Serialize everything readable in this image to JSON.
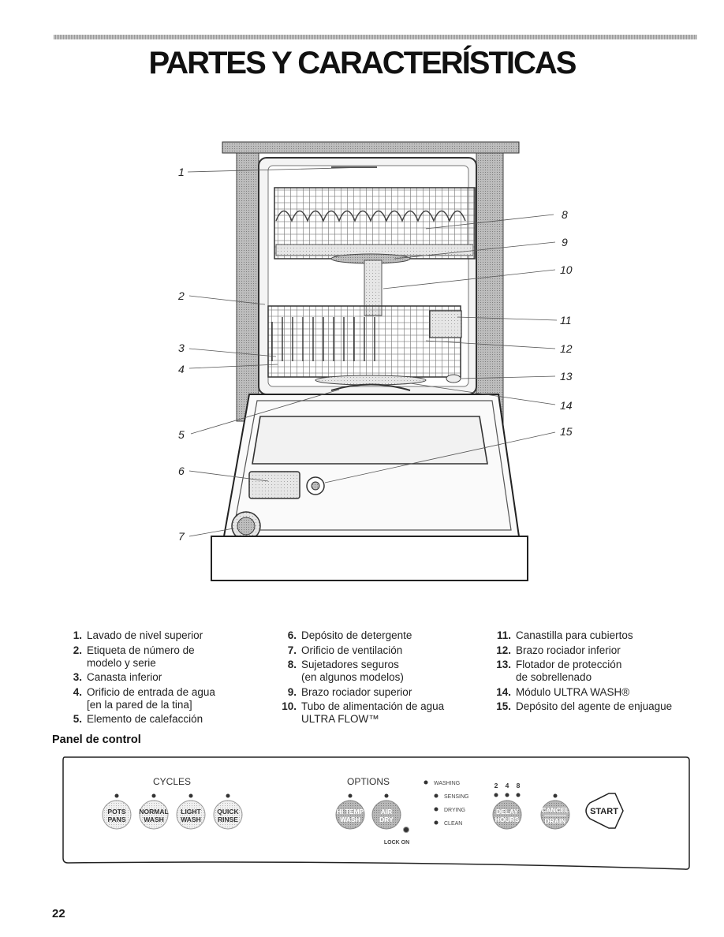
{
  "page": {
    "title": "PARTES Y CARACTERÍSTICAS",
    "page_number": "22"
  },
  "diagram": {
    "callouts": [
      "1",
      "2",
      "3",
      "4",
      "5",
      "6",
      "7",
      "8",
      "9",
      "10",
      "11",
      "12",
      "13",
      "14",
      "15"
    ]
  },
  "parts": {
    "col1": [
      {
        "num": "1.",
        "text": "Lavado de nivel superior"
      },
      {
        "num": "2.",
        "text": "Etiqueta de número de\nmodelo y serie"
      },
      {
        "num": "3.",
        "text": "Canasta inferior"
      },
      {
        "num": "4.",
        "text": "Orificio de entrada de agua\n[en la pared de la tina]"
      },
      {
        "num": "5.",
        "text": "Elemento de calefacción"
      }
    ],
    "col2": [
      {
        "num": "6.",
        "text": "Depósito de detergente"
      },
      {
        "num": "7.",
        "text": "Orificio de ventilación"
      },
      {
        "num": "8.",
        "text": "Sujetadores seguros\n(en algunos modelos)"
      },
      {
        "num": "9.",
        "text": "Brazo rociador superior"
      },
      {
        "num": "10.",
        "text": "Tubo de alimentación de agua\nULTRA FLOW™"
      }
    ],
    "col3": [
      {
        "num": "11.",
        "text": "Canastilla para cubiertos"
      },
      {
        "num": "12.",
        "text": "Brazo rociador inferior"
      },
      {
        "num": "13.",
        "text": "Flotador de protección\nde sobrellenado"
      },
      {
        "num": "14.",
        "text": "Módulo ULTRA WASH®"
      },
      {
        "num": "15.",
        "text": "Depósito del agente de enjuague"
      }
    ]
  },
  "control_panel": {
    "heading": "Panel de control",
    "cycles_label": "CYCLES",
    "options_label": "OPTIONS",
    "cycle_buttons": [
      {
        "line1": "POTS",
        "line2": "PANS"
      },
      {
        "line1": "NORMAL",
        "line2": "WASH"
      },
      {
        "line1": "LIGHT",
        "line2": "WASH"
      },
      {
        "line1": "QUICK",
        "line2": "RINSE"
      }
    ],
    "option_buttons": [
      {
        "line1": "HI TEMP",
        "line2": "WASH"
      },
      {
        "line1": "AIR",
        "line2": "DRY"
      }
    ],
    "lock_label": "LOCK ON",
    "status_leds": [
      "WASHING",
      "SENSING",
      "DRYING",
      "CLEAN"
    ],
    "delay_hours": [
      "2",
      "4",
      "8"
    ],
    "delay_button": {
      "line1": "DELAY",
      "line2": "HOURS"
    },
    "cancel_button": {
      "line1": "CANCEL",
      "line2": "DRAIN"
    },
    "start_label": "START"
  }
}
